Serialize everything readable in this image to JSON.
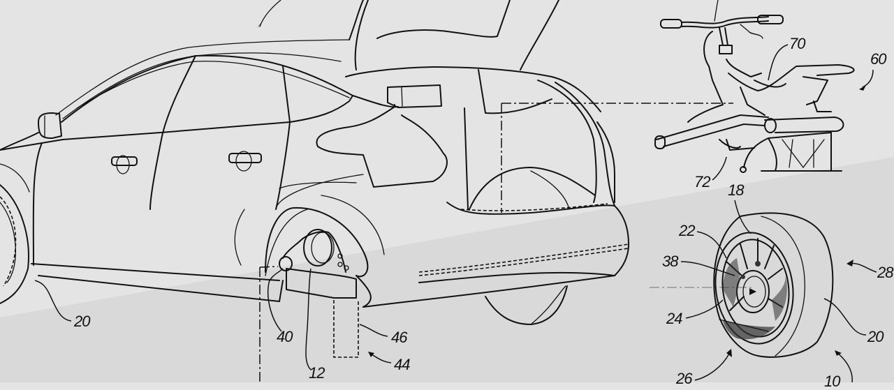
{
  "figure": {
    "description": "Patent drawing: hatchback vehicle with removable rear wheel that converts into a personal mobility device",
    "background_colors": {
      "upper": "#e4e4e4",
      "lower": "#d9d9d9"
    },
    "line_color": "#111111"
  },
  "reference_numerals": {
    "vehicle_wheel_front": "20",
    "hub_adapter": "40",
    "axle_hub": "12",
    "stand_arrow": "44",
    "stand_leg": "46",
    "mobility_device_seat": "70",
    "mobility_device": "60",
    "mobility_frame": "72",
    "wheel_rim": "18",
    "spokes": "22",
    "hub_center": "38",
    "hub_face": "24",
    "wheel_assembly": "28",
    "tire": "20",
    "wheel_side_inner": "26",
    "system": "10"
  }
}
